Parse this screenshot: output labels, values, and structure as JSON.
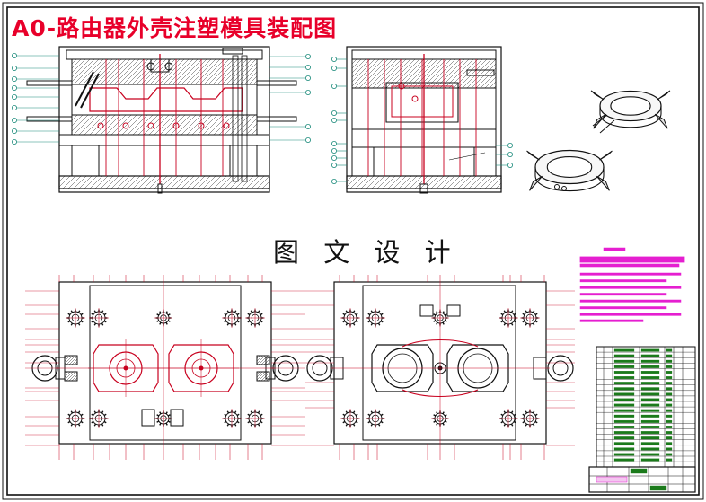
{
  "title": "A0-路由器外壳注塑模具装配图",
  "watermark": "图 文 设 计",
  "colors": {
    "title": "#e8002a",
    "outline": "#111111",
    "part_red": "#c8001e",
    "leader_green": "#1a8a7a",
    "notes_magenta": "#e51fd0",
    "table_green": "#1b7a1b"
  },
  "views": [
    {
      "name": "main-section-view",
      "desc_icon": "mold-section"
    },
    {
      "name": "side-section-view",
      "desc_icon": "mold-section"
    },
    {
      "name": "product-3d-view",
      "desc_icon": "router-shell"
    },
    {
      "name": "moving-half-plan-view",
      "desc_icon": "mold-plan"
    },
    {
      "name": "fixed-half-plan-view",
      "desc_icon": "mold-plan"
    },
    {
      "name": "technical-notes",
      "desc_icon": "notes"
    },
    {
      "name": "parts-list-table",
      "desc_icon": "bom-table"
    },
    {
      "name": "title-block",
      "desc_icon": "title-block"
    }
  ]
}
